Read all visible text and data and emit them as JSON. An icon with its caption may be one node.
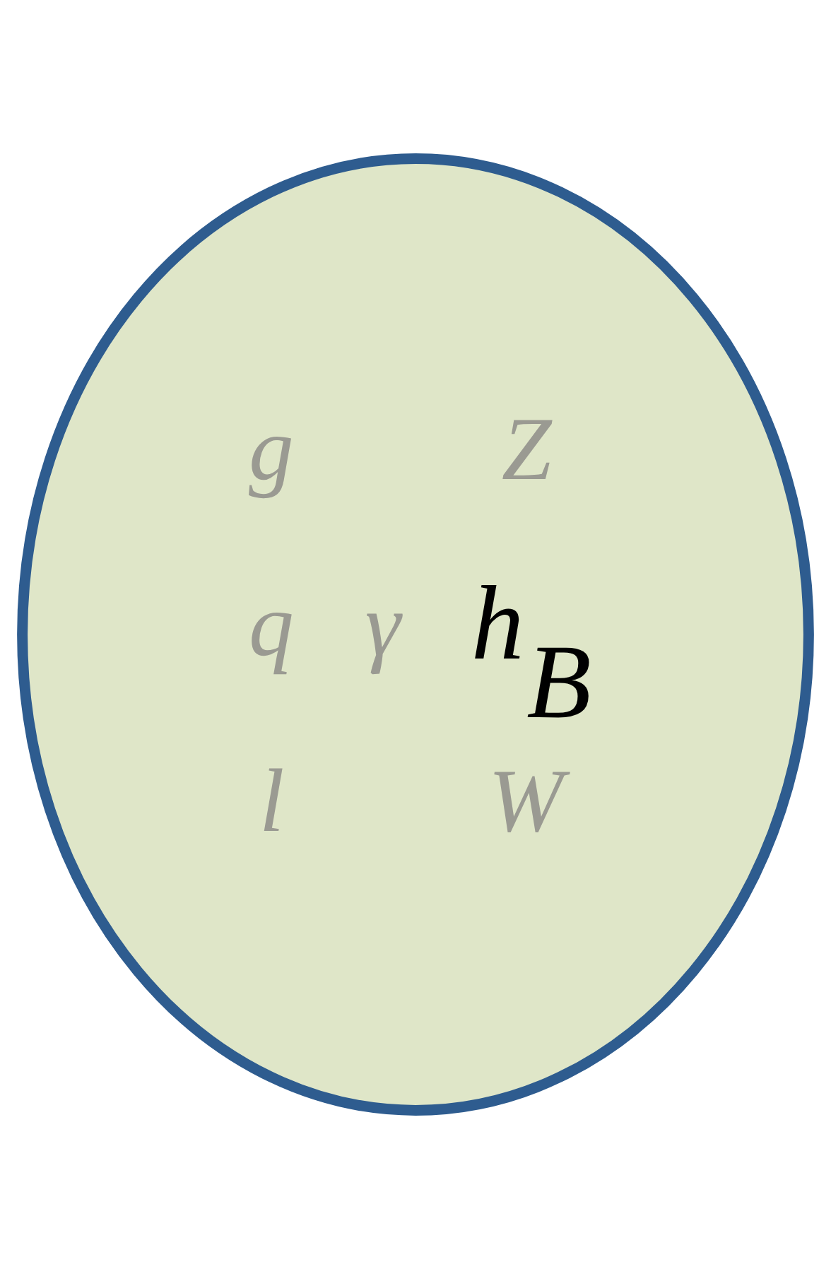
{
  "diagram": {
    "nodes": [
      {
        "text": [
          "g",
          "Z",
          "q",
          "γ",
          "h$_{B}$",
          "l",
          "W"
        ]
      }
    ]
  }
}
